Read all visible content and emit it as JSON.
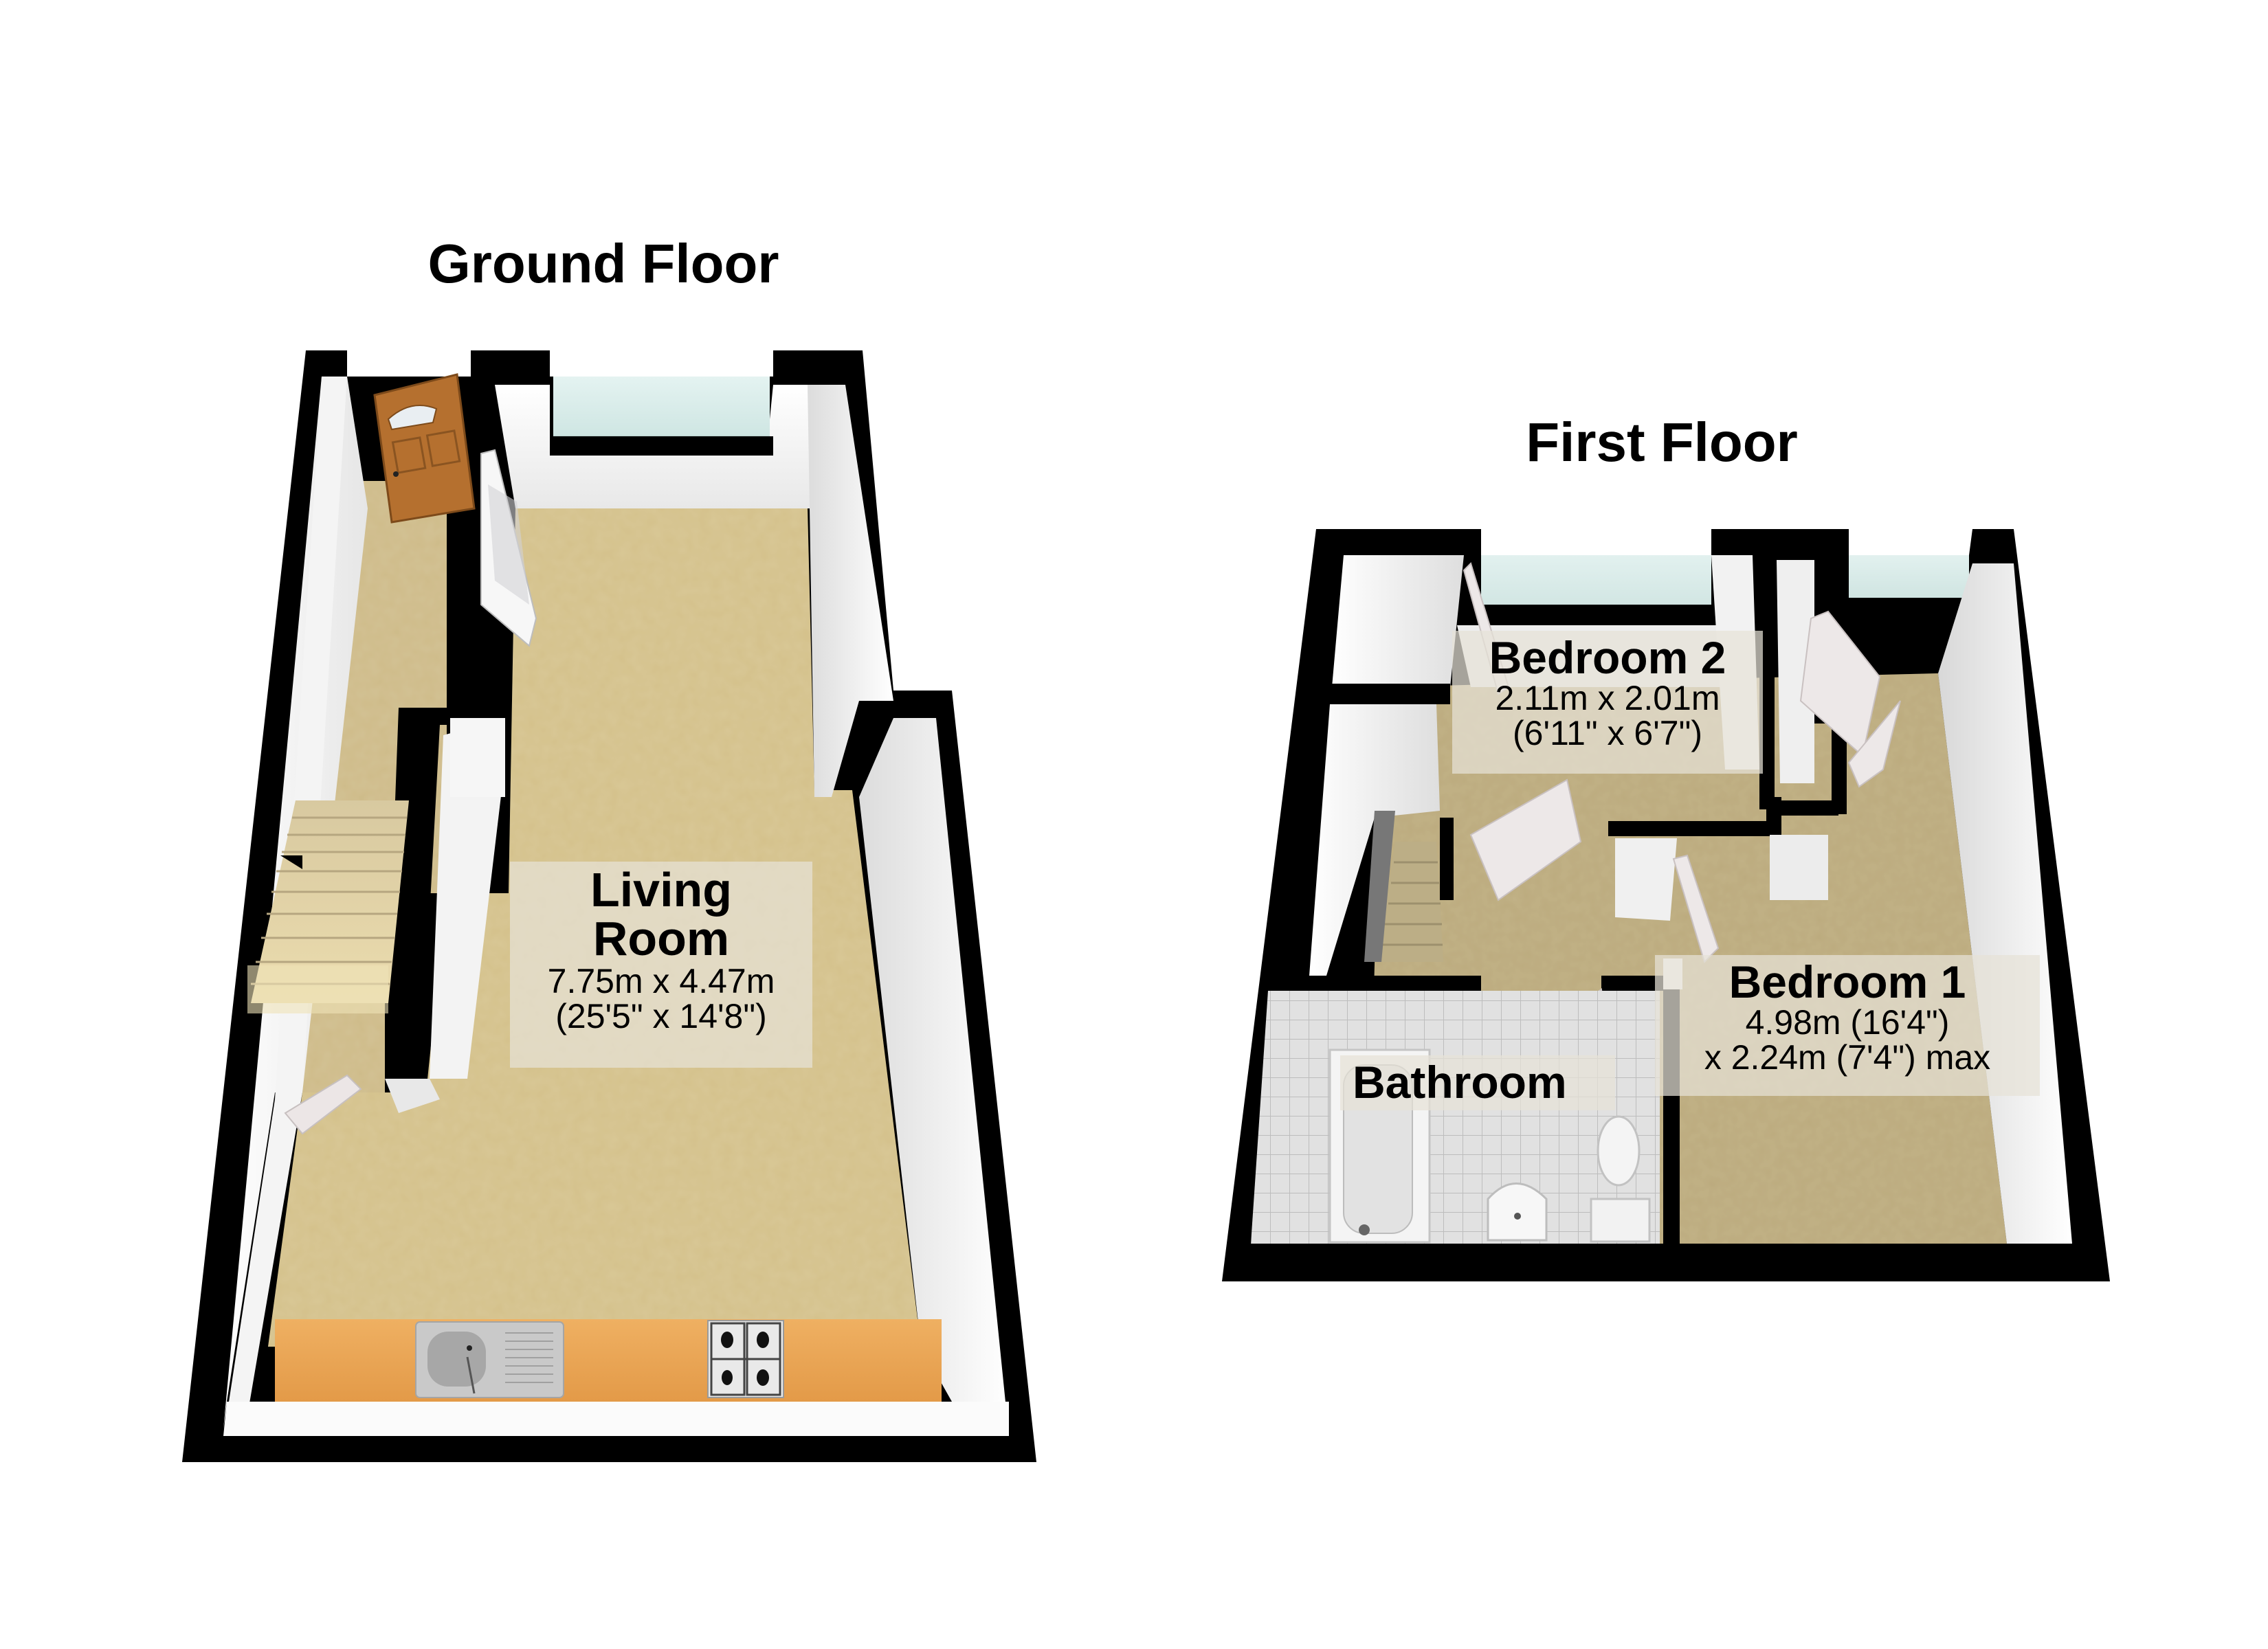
{
  "floors": {
    "ground": {
      "title": "Ground Floor",
      "rooms": [
        {
          "name_line1": "Living",
          "name_line2": "Room",
          "dimensions_metric": "7.75m x 4.47m",
          "dimensions_imperial": "(25'5\" x 14'8\")"
        }
      ],
      "fixtures": [
        "front-door",
        "internal-door",
        "staircase",
        "window",
        "kitchen-worktop",
        "sink",
        "hob"
      ]
    },
    "first": {
      "title": "First Floor",
      "rooms": [
        {
          "name": "Bedroom 2",
          "dimensions_metric": "2.11m x 2.01m",
          "dimensions_imperial": "(6'11\" x 6'7\")"
        },
        {
          "name": "Bedroom 1",
          "dimensions_line1": "4.98m (16'4\")",
          "dimensions_line2": "x 2.24m (7'4\") max"
        },
        {
          "name": "Bathroom"
        }
      ],
      "fixtures": [
        "staircase",
        "windows",
        "doors",
        "bath",
        "basin",
        "toilet",
        "cupboards"
      ]
    }
  },
  "colors": {
    "wall": "#000000",
    "wall_face": "#f2f2f2",
    "carpet": "#d6c394",
    "carpet_upper": "#bfae84",
    "worktop": "#e9a556",
    "window_glass": "#d9ecea",
    "door_wood": "#b06a2a",
    "label_bg": "#e6e2d7",
    "tile": "#dcdcdc"
  }
}
